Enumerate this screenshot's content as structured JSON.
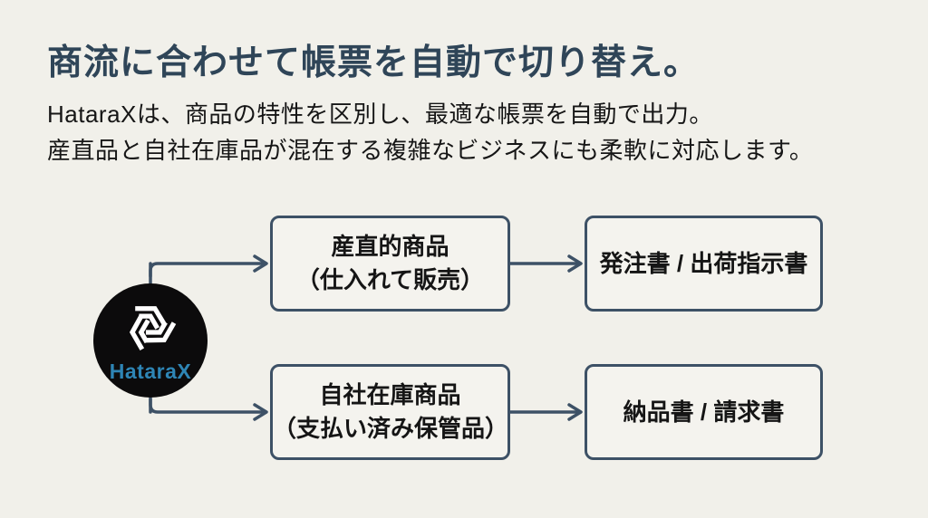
{
  "slide": {
    "title": "商流に合わせて帳票を自動で切り替え。",
    "body": {
      "line1": "HataraXは、商品の特性を区別し、最適な帳票を自動で出力。",
      "line2": "産直品と自社在庫品が混在する複雑なビジネスにも柔軟に対応します。"
    }
  },
  "logo": {
    "label": "HataraX",
    "icon": "hexagon-knot-icon",
    "colors": {
      "background": "#0c0b0c",
      "glyph": "#ffffff",
      "label": "#2e85b5"
    }
  },
  "diagram": {
    "flows": [
      {
        "source": {
          "line1": "産直的商品",
          "line2": "（仕入れて販売）"
        },
        "document": "発注書 / 出荷指示書"
      },
      {
        "source": {
          "line1": "自社在庫商品",
          "line2": "（支払い済み保管品）"
        },
        "document": "納品書 / 請求書"
      }
    ]
  },
  "colors": {
    "background": "#f1f0ea",
    "title": "#2f4558",
    "body_text": "#161616",
    "box_border": "#3d5166",
    "box_fill": "#f4f3ee",
    "connector": "#3d5166"
  }
}
